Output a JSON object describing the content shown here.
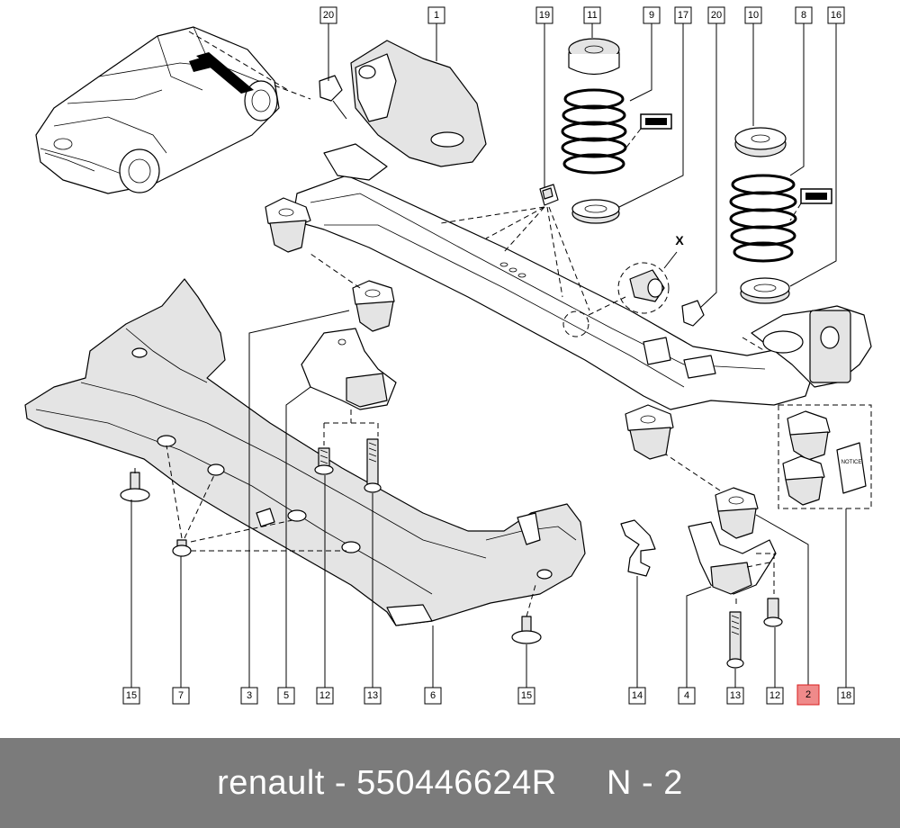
{
  "diagram": {
    "labels": {
      "p1": "1",
      "p19": "19",
      "p11": "11",
      "p9": "9",
      "p17": "17",
      "p20a": "20",
      "p20b": "20",
      "p10": "10",
      "p8": "8",
      "p16": "16",
      "b15a": "15",
      "b7": "7",
      "b3": "3",
      "b5": "5",
      "b12a": "12",
      "b13a": "13",
      "b6": "6",
      "b15b": "15",
      "b14": "14",
      "b4": "4",
      "b13b": "13",
      "b12b": "12",
      "b2": "2",
      "b18": "18"
    },
    "detail_marker": "X",
    "notice_card": "NOTICE",
    "highlighted_part": "2"
  },
  "footer": {
    "brand": "renault",
    "part_number": "550446624R",
    "page_code": "N - 2",
    "text": "renault - 550446624R     N - 2"
  },
  "colors": {
    "footer_background": "#7b7b7b",
    "footer_text": "#ffffff",
    "highlight_fill": "#ef8a8a",
    "highlight_border": "#d81e1e"
  }
}
